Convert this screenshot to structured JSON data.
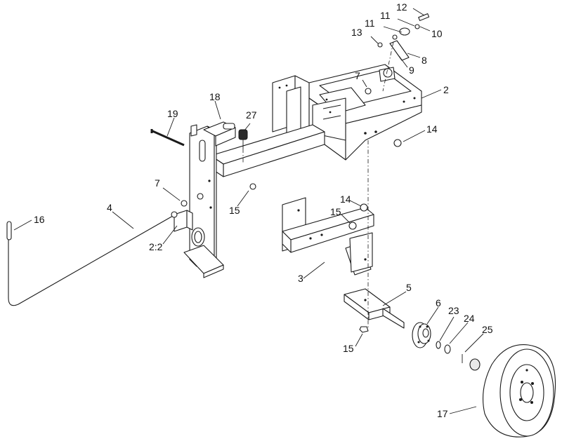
{
  "diagram": {
    "labels": [
      {
        "id": "12",
        "text": "12"
      },
      {
        "id": "11a",
        "text": "11"
      },
      {
        "id": "11b",
        "text": "11"
      },
      {
        "id": "10",
        "text": "10"
      },
      {
        "id": "13",
        "text": "13"
      },
      {
        "id": "8",
        "text": "8"
      },
      {
        "id": "9",
        "text": "9"
      },
      {
        "id": "7a",
        "text": "7"
      },
      {
        "id": "2",
        "text": "2"
      },
      {
        "id": "18",
        "text": "18"
      },
      {
        "id": "19",
        "text": "19"
      },
      {
        "id": "27",
        "text": "27"
      },
      {
        "id": "14a",
        "text": "14"
      },
      {
        "id": "7b",
        "text": "7"
      },
      {
        "id": "15a",
        "text": "15"
      },
      {
        "id": "14b",
        "text": "14"
      },
      {
        "id": "15b",
        "text": "15"
      },
      {
        "id": "4",
        "text": "4"
      },
      {
        "id": "16",
        "text": "16"
      },
      {
        "id": "2-2",
        "text": "2:2"
      },
      {
        "id": "3",
        "text": "3"
      },
      {
        "id": "5",
        "text": "5"
      },
      {
        "id": "6",
        "text": "6"
      },
      {
        "id": "23",
        "text": "23"
      },
      {
        "id": "24",
        "text": "24"
      },
      {
        "id": "25",
        "text": "25"
      },
      {
        "id": "15c",
        "text": "15"
      },
      {
        "id": "17",
        "text": "17"
      }
    ]
  }
}
